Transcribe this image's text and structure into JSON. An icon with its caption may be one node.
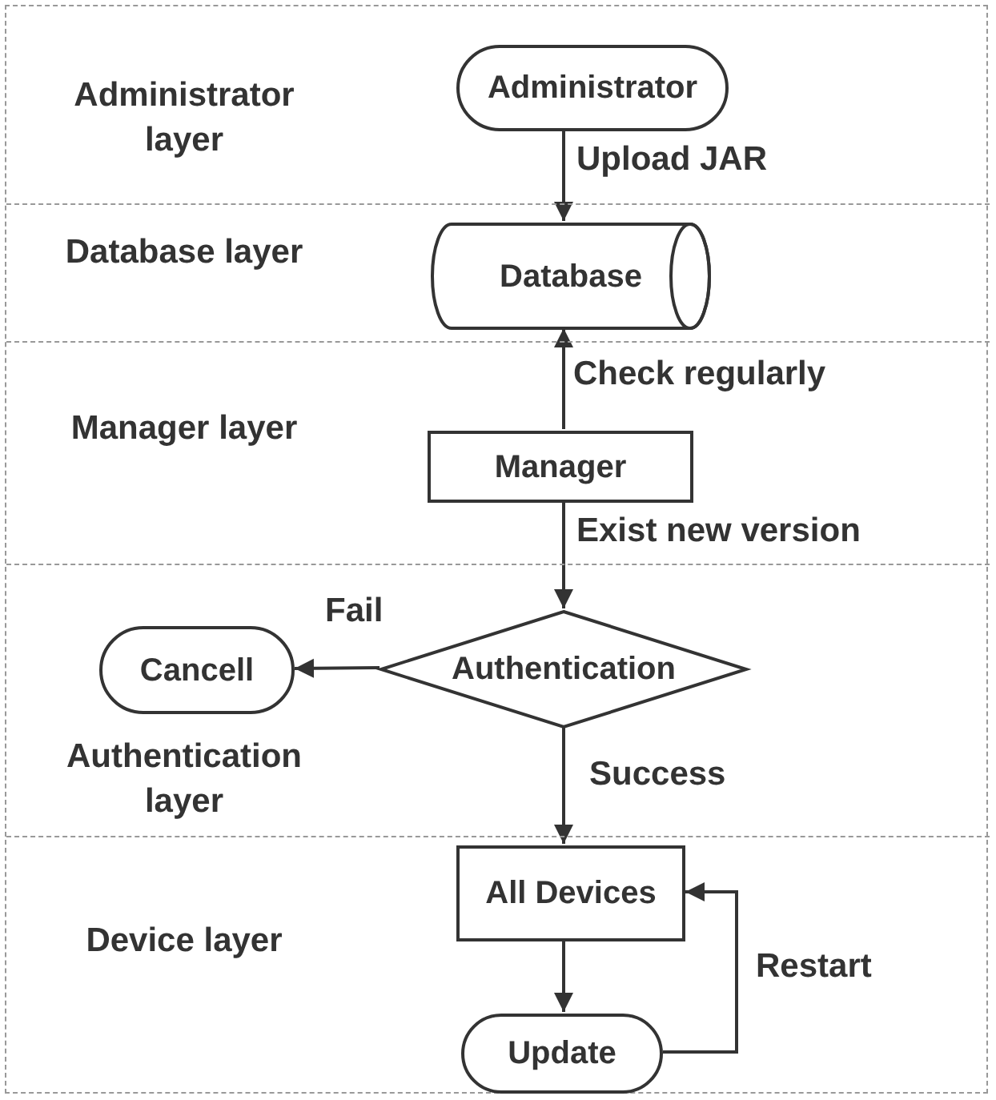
{
  "diagram": {
    "nodes": [
      {
        "text": [
          "Administrator layer"
        ]
      },
      {
        "text": [
          "Administrator"
        ],
        "in": 0
      },
      {
        "text": [
          "Database layer"
        ]
      },
      {
        "text": [
          "Database"
        ],
        "in": 2
      },
      {
        "text": [
          "Manager layer"
        ]
      },
      {
        "text": [
          "Manager"
        ],
        "in": 4
      },
      {
        "text": [
          "Authentication layer"
        ]
      },
      {
        "text": [
          "Authentication"
        ],
        "in": 6
      },
      {
        "text": [
          "Cancell"
        ],
        "in": 6
      },
      {
        "text": [
          "Device layer"
        ]
      },
      {
        "text": [
          "All Devices"
        ],
        "in": 9
      },
      {
        "text": [
          "Update"
        ],
        "in": 9
      }
    ],
    "edges": [
      {
        "from": 1,
        "to": 3,
        "arrow": "to",
        "label": "Upload JAR"
      },
      {
        "from": 5,
        "to": 3,
        "arrow": "to",
        "label": "Check regularly"
      },
      {
        "from": 5,
        "to": 7,
        "arrow": "to",
        "label": "Exist new version"
      },
      {
        "from": 7,
        "to": 8,
        "arrow": "to",
        "label": "Fail"
      },
      {
        "from": 7,
        "to": 10,
        "arrow": "to",
        "label": "Success"
      },
      {
        "from": 10,
        "to": 11,
        "arrow": "to"
      },
      {
        "from": 11,
        "to": 10,
        "arrow": "to",
        "label": "Restart"
      }
    ]
  }
}
